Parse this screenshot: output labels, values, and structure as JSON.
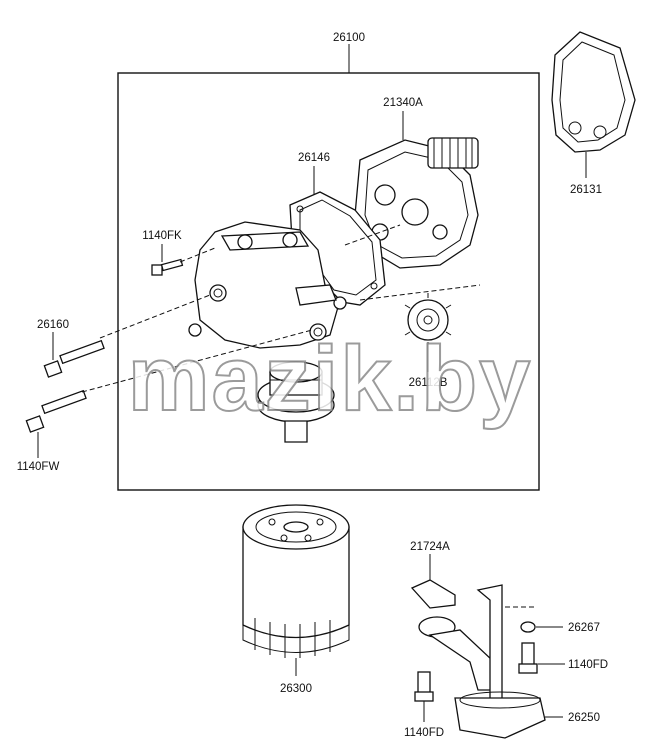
{
  "watermark": "mazik.by",
  "parts": {
    "p26100": "26100",
    "p21340A": "21340A",
    "p26131": "26131",
    "p26146": "26146",
    "p1140FK": "1140FK",
    "p26160": "26160",
    "p26112B": "26112B",
    "p1140FW": "1140FW",
    "p21724A": "21724A",
    "p26267": "26267",
    "p1140FD_right": "1140FD",
    "p26300": "26300",
    "p26250": "26250",
    "p1140FD_bottom": "1140FD"
  }
}
